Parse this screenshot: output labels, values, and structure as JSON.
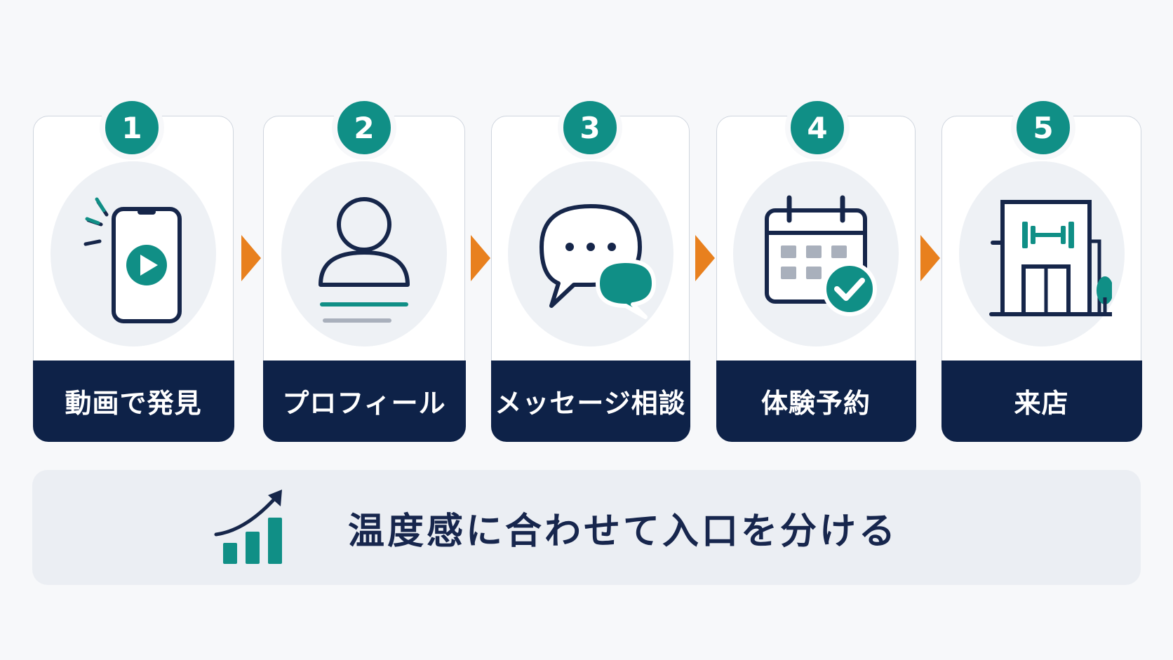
{
  "steps": [
    {
      "number": "1",
      "label": "動画で発見",
      "icon": "smartphone-video-icon"
    },
    {
      "number": "2",
      "label": "プロフィール",
      "icon": "profile-icon"
    },
    {
      "number": "3",
      "label": "メッセージ相談",
      "icon": "chat-bubbles-icon"
    },
    {
      "number": "4",
      "label": "体験予約",
      "icon": "calendar-check-icon"
    },
    {
      "number": "5",
      "label": "来店",
      "icon": "gym-storefront-icon"
    }
  ],
  "connector_icon": "arrow-right-icon",
  "summary": {
    "text": "温度感に合わせて入口を分ける",
    "icon": "growth-chart-icon"
  },
  "colors": {
    "teal": "#108f86",
    "navy": "#0e2248",
    "orange": "#e8801e",
    "icon_stroke": "#16264a",
    "gray_accent": "#a9b0bc"
  }
}
